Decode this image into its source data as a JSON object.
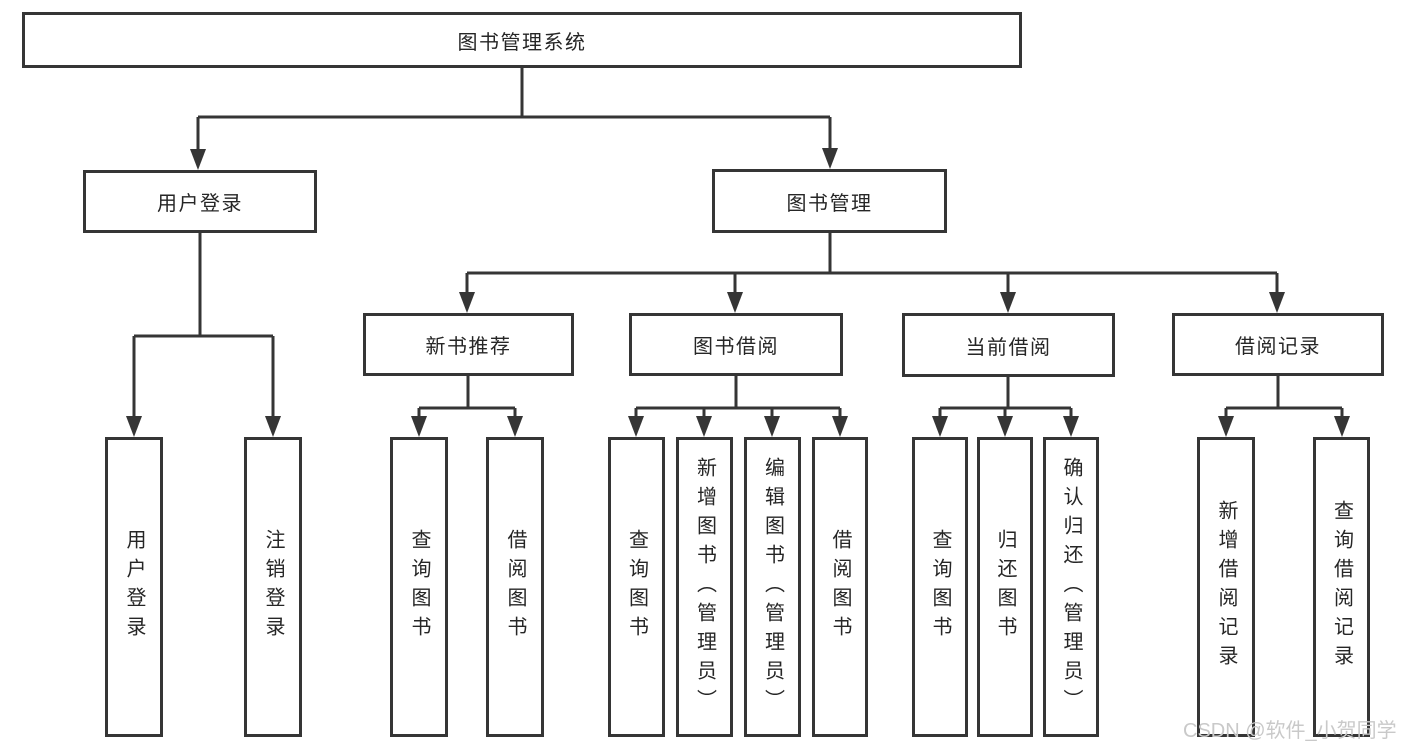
{
  "colors": {
    "line": "#353535",
    "text": "#262626",
    "watermark": "#c9c9c9",
    "background": "#ffffff"
  },
  "diagram": {
    "root": {
      "label": "图书管理系统"
    },
    "branches": [
      {
        "label": "用户登录",
        "leaves": [
          {
            "label": "用户登录"
          },
          {
            "label": "注销登录"
          }
        ]
      },
      {
        "label": "图书管理",
        "modules": [
          {
            "label": "新书推荐",
            "leaves": [
              {
                "label": "查询图书"
              },
              {
                "label": "借阅图书"
              }
            ]
          },
          {
            "label": "图书借阅",
            "leaves": [
              {
                "label": "查询图书"
              },
              {
                "label": "新增图书（管理员）"
              },
              {
                "label": "编辑图书（管理员）"
              },
              {
                "label": "借阅图书"
              }
            ]
          },
          {
            "label": "当前借阅",
            "leaves": [
              {
                "label": "查询图书"
              },
              {
                "label": "归还图书"
              },
              {
                "label": "确认归还（管理员）"
              }
            ]
          },
          {
            "label": "借阅记录",
            "leaves": [
              {
                "label": "新增借阅记录"
              },
              {
                "label": "查询借阅记录"
              }
            ]
          }
        ]
      }
    ]
  },
  "watermark": {
    "text": "CSDN @软件_小贺同学"
  }
}
